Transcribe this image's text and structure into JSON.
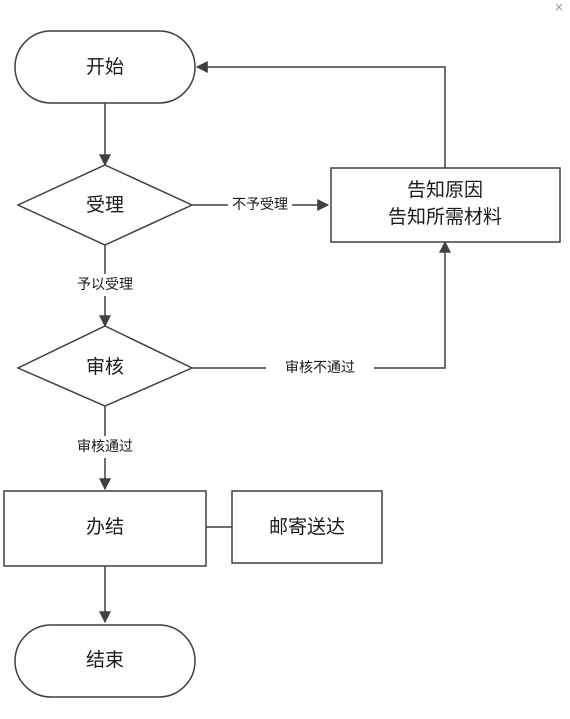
{
  "window": {
    "close_glyph": "×"
  },
  "nodes": {
    "start": "开始",
    "accept": "受理",
    "notify_line1": "告知原因",
    "notify_line2": "告知所需材料",
    "review": "审核",
    "process": "办结",
    "mail": "邮寄送达",
    "end": "结束"
  },
  "edges": {
    "not_accepted": "不予受理",
    "accepted": "予以受理",
    "review_failed": "审核不通过",
    "review_passed": "审核通过"
  }
}
